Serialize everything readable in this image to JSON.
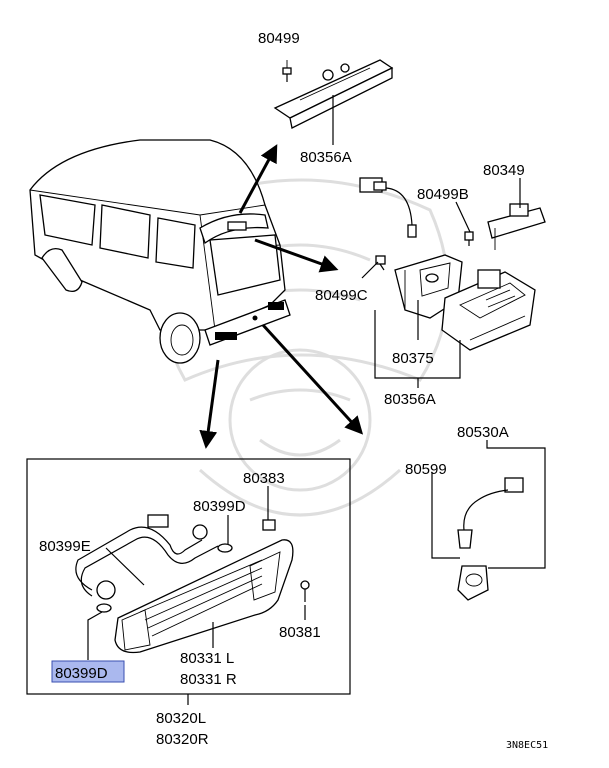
{
  "labels": {
    "p80499": "80499",
    "p80356A_top": "80356A",
    "p80349": "80349",
    "p80499B": "80499B",
    "p80499C": "80499C",
    "p80375": "80375",
    "p80356A_mid": "80356A",
    "p80530A": "80530A",
    "p80599": "80599",
    "p80383": "80383",
    "p80399D_upper": "80399D",
    "p80399E": "80399E",
    "p80381": "80381",
    "p80331L": "80331 L",
    "p80331R": "80331 R",
    "p80399D_highlight": "80399D",
    "p80320L": "80320L",
    "p80320R": "80320R"
  },
  "diagram_code": "3N8EC51",
  "colors": {
    "highlight_fill": "#aab8ee",
    "highlight_border": "#3a4fb0",
    "watermark": "#d6d6d6"
  }
}
